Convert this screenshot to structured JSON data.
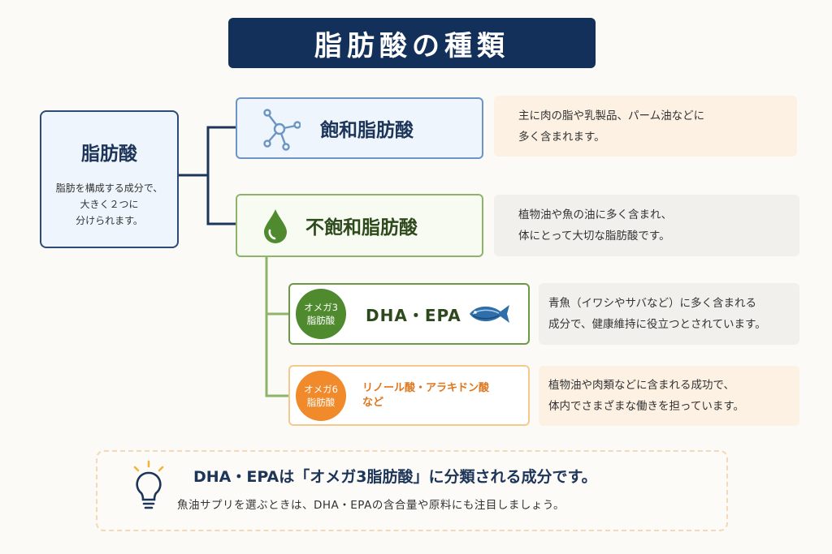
{
  "title": "脂肪酸の種類",
  "root": {
    "name": "脂肪酸",
    "desc_lines": [
      "脂肪を構成する成分で、",
      "大きく２つに",
      "分けられます。"
    ]
  },
  "saturated": {
    "label": "飽和脂肪酸",
    "note_lines": [
      "主に肉の脂や乳製品、パーム油などに",
      "多く含まれます。"
    ]
  },
  "unsaturated": {
    "label": "不飽和脂肪酸",
    "note_lines": [
      "植物油や魚の油に多く含まれ、",
      "体にとって大切な脂肪酸です。"
    ]
  },
  "omega3": {
    "badge_lines": [
      "オメガ3",
      "脂肪酸"
    ],
    "label": "DHA・EPA",
    "note_lines": [
      "青魚（イワシやサバなど）に多く含まれる",
      "成分で、健康維持に役立つとされています。"
    ]
  },
  "omega6": {
    "badge_lines": [
      "オメガ6",
      "脂肪酸"
    ],
    "label_lines": [
      "リノール酸・アラキドン酸",
      "など"
    ],
    "note_lines": [
      "植物油や肉類などに含まれる成功で、",
      "体内でさまざまな働きを担っています。"
    ]
  },
  "tip": {
    "headline": "DHA・EPAは「オメガ3脂肪酸」に分類される成分です。",
    "sub": "魚油サプリを選ぶときは、DHA・EPAの含合量や原料にも注目しましょう。"
  },
  "colors": {
    "navy": "#13305a",
    "blue_border": "#6c95c2",
    "green": "#4f8a2f",
    "orange": "#f08a2b"
  },
  "icons": [
    "molecule-icon",
    "droplet-icon",
    "fish-icon",
    "lightbulb-icon"
  ]
}
